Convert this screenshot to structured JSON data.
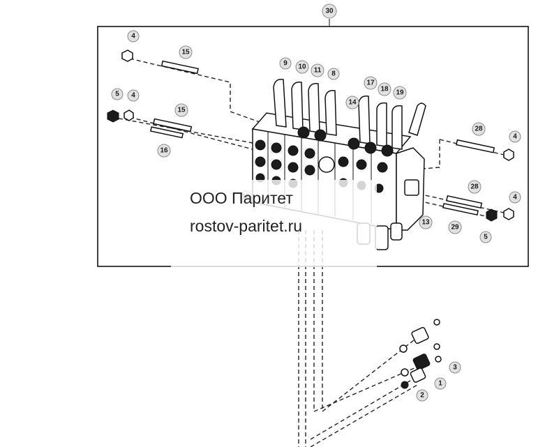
{
  "watermark": {
    "company": "ООО Паритет",
    "site": "rostov-paritet.ru"
  },
  "callouts": [
    {
      "id": "c30",
      "label": "30"
    },
    {
      "id": "c4a",
      "label": "4"
    },
    {
      "id": "c15a",
      "label": "15"
    },
    {
      "id": "c9",
      "label": "9"
    },
    {
      "id": "c10",
      "label": "10"
    },
    {
      "id": "c11",
      "label": "11"
    },
    {
      "id": "c8",
      "label": "8"
    },
    {
      "id": "c5a",
      "label": "5"
    },
    {
      "id": "c4b",
      "label": "4"
    },
    {
      "id": "c15b",
      "label": "15"
    },
    {
      "id": "c16",
      "label": "16"
    },
    {
      "id": "c14",
      "label": "14"
    },
    {
      "id": "c17",
      "label": "17"
    },
    {
      "id": "c18",
      "label": "18"
    },
    {
      "id": "c19",
      "label": "19"
    },
    {
      "id": "c28a",
      "label": "28"
    },
    {
      "id": "c4c",
      "label": "4"
    },
    {
      "id": "c28b",
      "label": "28"
    },
    {
      "id": "c4d",
      "label": "4"
    },
    {
      "id": "c13",
      "label": "13"
    },
    {
      "id": "c29",
      "label": "29"
    },
    {
      "id": "c5b",
      "label": "5"
    },
    {
      "id": "c12",
      "label": "12"
    },
    {
      "id": "c3",
      "label": "3"
    },
    {
      "id": "c1",
      "label": "1"
    },
    {
      "id": "c2",
      "label": "2"
    }
  ]
}
